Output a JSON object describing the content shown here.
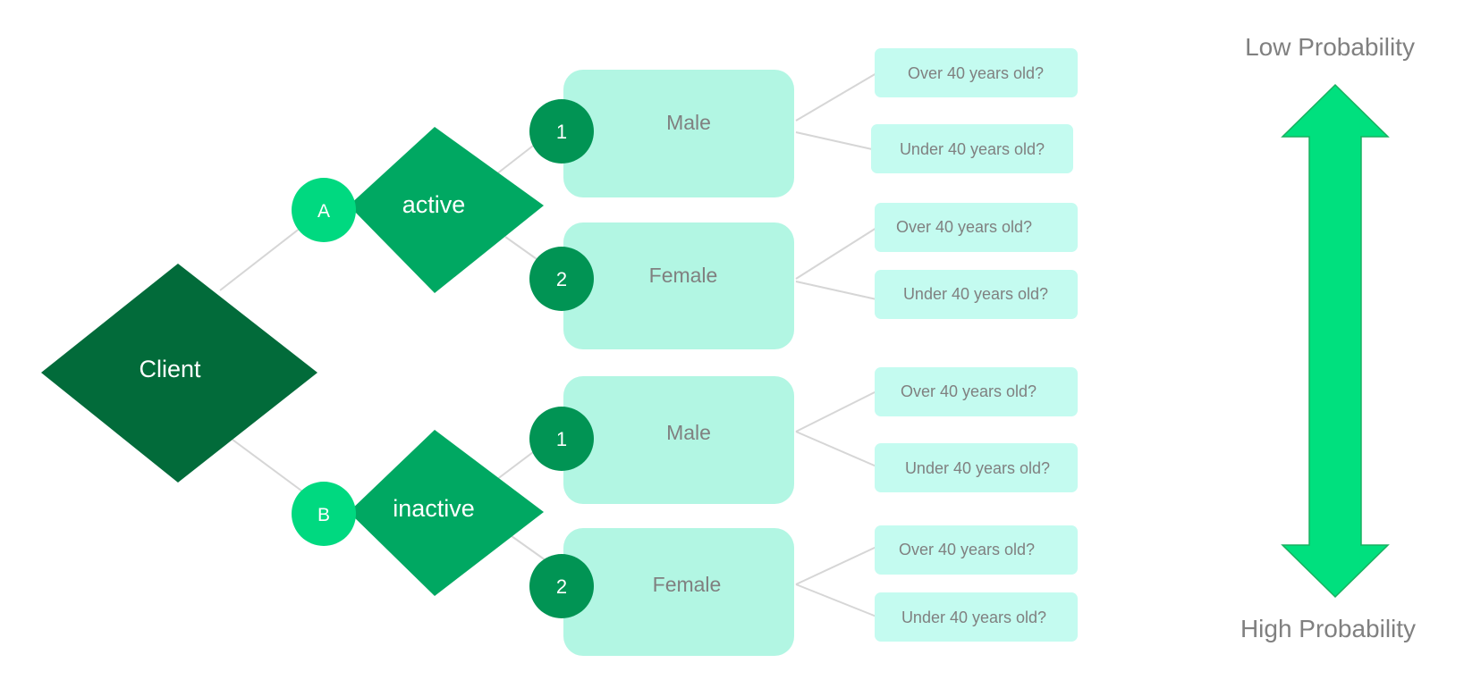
{
  "root": {
    "label": "Client"
  },
  "branches": [
    {
      "marker": "A",
      "label": "active",
      "genders": [
        {
          "number": "1",
          "label": "Male",
          "ages": [
            "Over 40 years old?",
            "Under 40 years old?"
          ]
        },
        {
          "number": "2",
          "label": "Female",
          "ages": [
            "Over 40 years old?",
            "Under 40 years old?"
          ]
        }
      ]
    },
    {
      "marker": "B",
      "label": "inactive",
      "genders": [
        {
          "number": "1",
          "label": "Male",
          "ages": [
            "Over 40 years old?",
            "Under 40 years old?"
          ]
        },
        {
          "number": "2",
          "label": "Female",
          "ages": [
            "Over 40 years old?",
            "Under 40 years old?"
          ]
        }
      ]
    }
  ],
  "scale": {
    "top_label": "Low Probability",
    "bottom_label": "High Probability"
  },
  "colors": {
    "root": "#026b3a",
    "branch": "#00a862",
    "marker": "#00d980",
    "number": "#019454",
    "gender_box": "#b2f6e3",
    "age_box": "#c4fbf0",
    "connector": "#d6d6d6",
    "arrow": "#00e07e",
    "text_light": "#ffffff",
    "text_gray": "#808080"
  }
}
